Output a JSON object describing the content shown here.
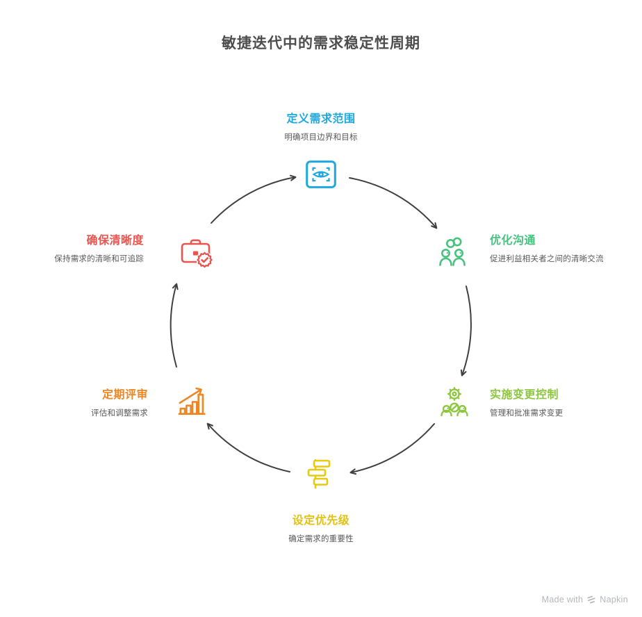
{
  "title": "敏捷迭代中的需求稳定性周期",
  "nodes": [
    {
      "title": "定义需求范围",
      "subtitle": "明确项目边界和目标",
      "color": "#1FA8DD",
      "icon": "eye-scan-icon"
    },
    {
      "title": "优化沟通",
      "subtitle": "促进利益相关者之间的清晰交流",
      "color": "#47C27F",
      "icon": "people-link-icon"
    },
    {
      "title": "实施变更控制",
      "subtitle": "管理和批准需求变更",
      "color": "#8DC63F",
      "icon": "gear-team-icon"
    },
    {
      "title": "设定优先级",
      "subtitle": "确定需求的重要性",
      "color": "#E2C116",
      "icon": "priority-bars-icon"
    },
    {
      "title": "定期评审",
      "subtitle": "评估和调整需求",
      "color": "#EE8623",
      "icon": "growth-chart-icon"
    },
    {
      "title": "确保清晰度",
      "subtitle": "保持需求的清晰和可追踪",
      "color": "#EA544E",
      "icon": "briefcase-check-icon"
    }
  ],
  "cycle_direction": "clockwise",
  "watermark": {
    "prefix": "Made with",
    "brand": "Napkin"
  },
  "colors": {
    "title": "#4D4D4D",
    "subtitle": "#595959",
    "arrow": "#3F3F3F",
    "watermark": "#B3B7BC",
    "background": "#FFFFFF"
  }
}
